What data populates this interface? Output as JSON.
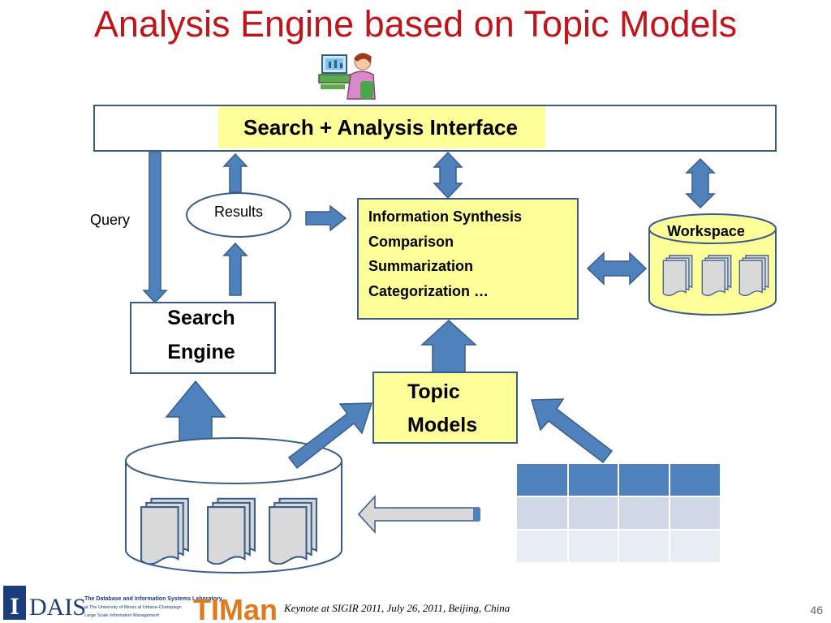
{
  "title": "Analysis Engine based on Topic Models",
  "interface_label": "Search + Analysis Interface",
  "query_label": "Query",
  "results_label": "Results",
  "search_engine_lines": [
    "Search",
    "Engine"
  ],
  "synthesis_lines": [
    "Information Synthesis",
    "Comparison",
    "Summarization",
    "Categorization …"
  ],
  "workspace_label": "Workspace",
  "topic_models_lines": [
    "Topic",
    "Models"
  ],
  "footer": {
    "text": "Keynote at SIGIR 2011,  July 26, 2011, Beijing, China",
    "page_number": "46",
    "logo_dais_lines": [
      "The Database and Information Systems Laboratory",
      "at The University of Illinois at Urbana-Champaign",
      "Large Scale Information Management"
    ],
    "logo_timan": "TIMan"
  },
  "colors": {
    "title": "#c0161b",
    "arrow_fill": "#4f81bd",
    "arrow_stroke": "#385d8a",
    "highlight_yellow": "#ffff99",
    "box_border": "#385d8a",
    "table_header": "#4f81bd",
    "table_row": "#d0d8e8",
    "table_row_alt": "#e9edf4"
  }
}
